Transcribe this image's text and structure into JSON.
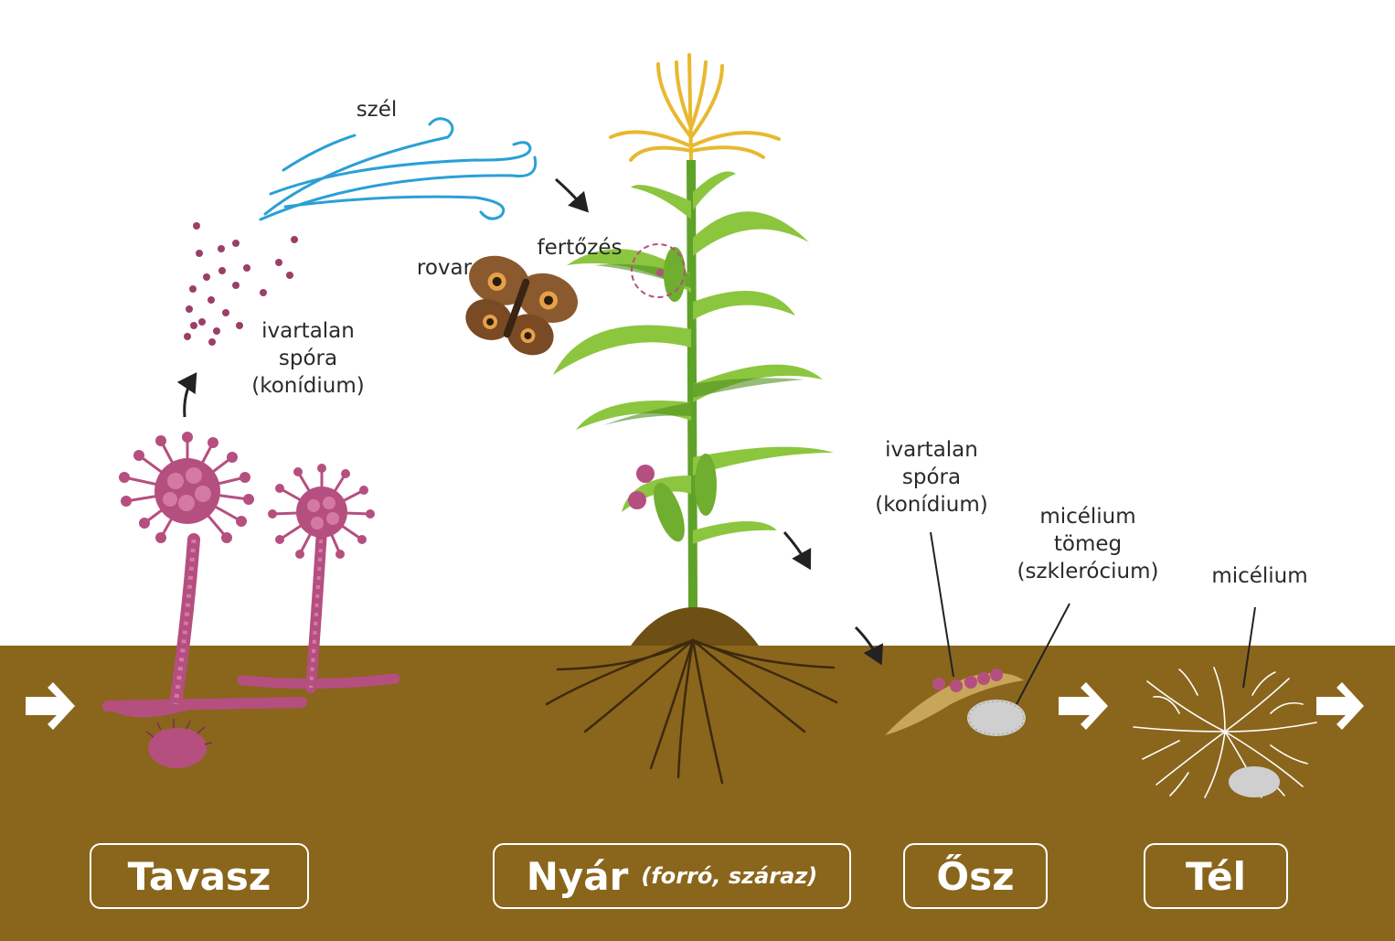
{
  "labels": {
    "wind": "szél",
    "insect": "rovar",
    "infection": "fertőzés",
    "spore_left": [
      "ivartalan",
      "spóra",
      "(konídium)"
    ],
    "spore_right": [
      "ivartalan",
      "spóra",
      "(konídium)"
    ],
    "sclerotium": [
      "micélium",
      "tömeg",
      "(szklerócium)"
    ],
    "mycelium": "micélium"
  },
  "seasons": [
    {
      "name": "Tavasz"
    },
    {
      "name": "Nyár",
      "note": "(forró, száraz)"
    },
    {
      "name": "Ősz"
    },
    {
      "name": "Tél"
    }
  ],
  "colors": {
    "soil": "#8a651c",
    "fungus": "#b54f80",
    "fungus_dark": "#7d2d58",
    "spore": "#9a3f68",
    "wind": "#2aa0d6",
    "leaf": "#8cc63f",
    "leaf_dark": "#4f8f1f",
    "tassel": "#e8b830",
    "root": "#3d2a0e",
    "label_border": "#ffffff"
  },
  "icons": [
    "arrow-right-icon",
    "curved-arrow-icon",
    "butterfly-icon",
    "corn-plant-icon",
    "fungus-sporangium-icon",
    "sclerotium-icon",
    "mycelium-icon",
    "wind-icon"
  ]
}
